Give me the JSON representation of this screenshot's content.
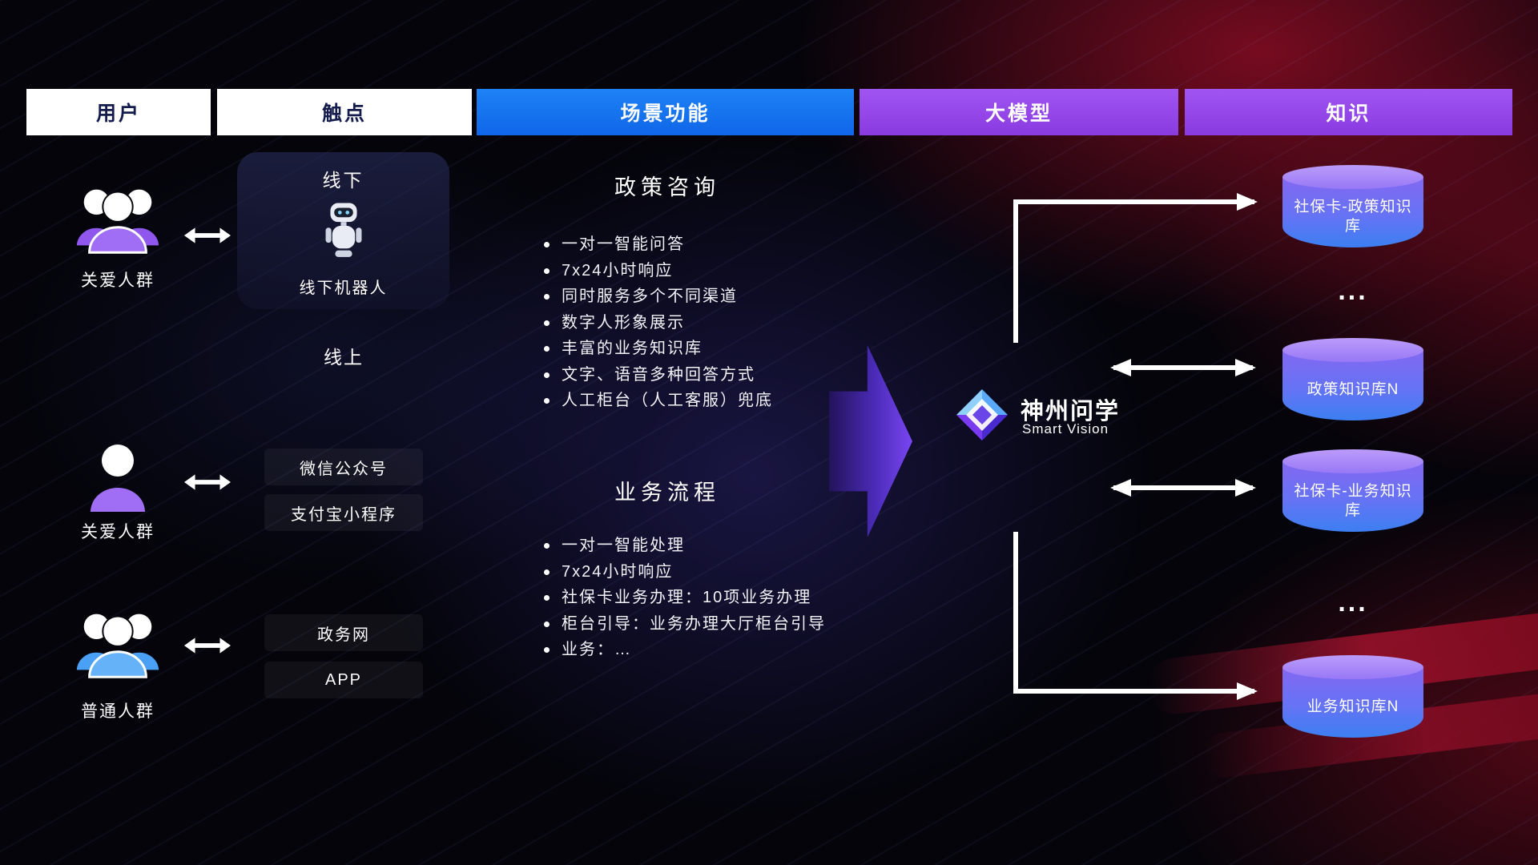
{
  "headers": [
    {
      "label": "用户"
    },
    {
      "label": "触点"
    },
    {
      "label": "场景功能"
    },
    {
      "label": "大模型"
    },
    {
      "label": "知识"
    }
  ],
  "users": {
    "rows": [
      {
        "label": "关爱人群"
      },
      {
        "label": "关爱人群"
      },
      {
        "label": "普通人群"
      }
    ]
  },
  "touchpoints": {
    "offline_title": "线下",
    "offline_robot_label": "线下机器人",
    "online_title": "线上",
    "items": [
      "微信公众号",
      "支付宝小程序",
      "政务网",
      "APP"
    ]
  },
  "scenarios": {
    "policy": {
      "title": "政策咨询",
      "items": [
        "一对一智能问答",
        "7x24小时响应",
        "同时服务多个不同渠道",
        "数字人形象展示",
        "丰富的业务知识库",
        "文字、语音多种回答方式",
        "人工柜台（人工客服）兜底"
      ]
    },
    "business": {
      "title": "业务流程",
      "items": [
        "一对一智能处理",
        "7x24小时响应",
        "社保卡业务办理：10项业务办理",
        "柜台引导：业务办理大厅柜台引导",
        "业务：…"
      ]
    }
  },
  "model": {
    "name": "神州问学",
    "subtitle": "Smart Vision"
  },
  "knowledge": {
    "items": [
      {
        "kind": "db",
        "label": "社保卡-政策知识库"
      },
      {
        "kind": "dots",
        "label": "..."
      },
      {
        "kind": "db",
        "label": "政策知识库N"
      },
      {
        "kind": "db",
        "label": "社保卡-业务知识库"
      },
      {
        "kind": "dots",
        "label": "..."
      },
      {
        "kind": "db",
        "label": "业务知识库N"
      }
    ]
  },
  "colors": {
    "header_blue": "#1374f0",
    "header_purple": "#9a4cf0",
    "db_gradient_top": "#8468f2",
    "db_gradient_bottom": "#3c7ff2",
    "arrow_purple": "#5b2fd8",
    "background_red": "#8a0d24"
  }
}
